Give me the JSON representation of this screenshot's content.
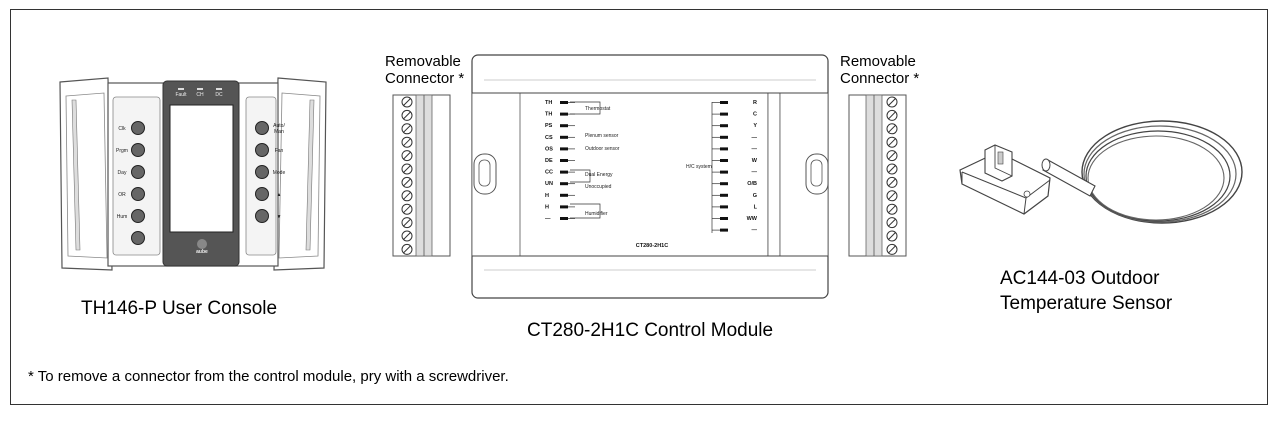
{
  "captions": {
    "console": "TH146-P User Console",
    "module": "CT280-2H1C Control Module",
    "sensor_line1": "AC144-03 Outdoor",
    "sensor_line2": "Temperature Sensor"
  },
  "connector_labels": {
    "left_line1": "Removable",
    "left_line2": "Connector *",
    "right_line1": "Removable",
    "right_line2": "Connector *"
  },
  "footnote": "* To remove a connector from the control module, pry with a screwdriver.",
  "console": {
    "indicators": [
      "Fault",
      "CH",
      "DC"
    ],
    "left_buttons": [
      "Clk",
      "Prgm",
      "Day",
      "OR",
      "Hum",
      ""
    ],
    "right_buttons": [
      "Auto/\nMan",
      "Fan",
      "Mode",
      "▲",
      "▼"
    ],
    "logo": "aube"
  },
  "module": {
    "model_label": "CT280-2H1C",
    "left_terminals": [
      "TH",
      "TH",
      "PS",
      "CS",
      "OS",
      "DE",
      "CC",
      "UN",
      "H",
      "H",
      "—"
    ],
    "right_terminals": [
      "R",
      "C",
      "Y",
      "—",
      "—",
      "W",
      "—",
      "O/B",
      "G",
      "L",
      "WW",
      "—"
    ],
    "left_group_labels": [
      "Thermostat",
      "Plenum sensor",
      "Outdoor sensor",
      "Dual Energy",
      "Unoccupied",
      "Humidifier"
    ],
    "right_group_label": "H/C system"
  }
}
